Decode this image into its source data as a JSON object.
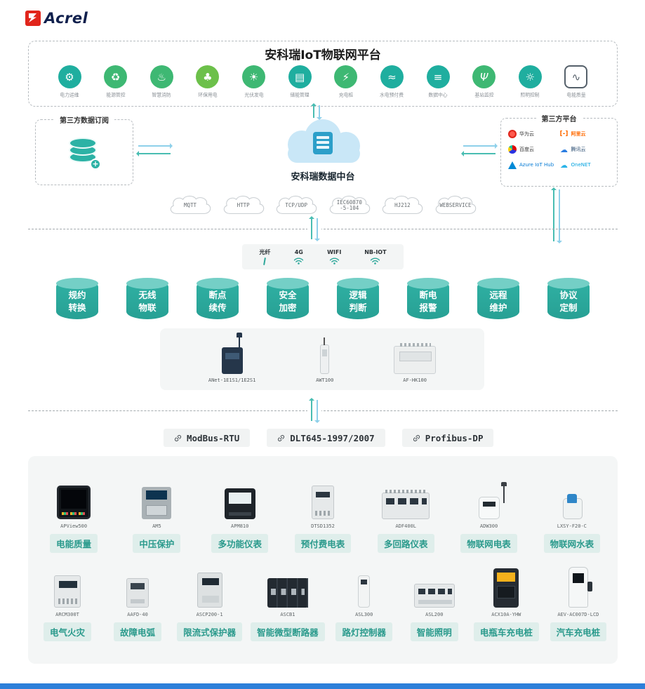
{
  "brand": {
    "name": "Acrel"
  },
  "colors": {
    "accent_teal": "#2fb0a3",
    "accent_green": "#3eb873",
    "light_blue_arrow": "#8ed0ea",
    "teal_arrow": "#49bdb2",
    "pill_bg": "#dfeeeb",
    "pill_text": "#2a9a8c",
    "logo_red": "#e1251b",
    "bottom_bar": "#2d7fd9"
  },
  "platform": {
    "title": "安科瑞IoT物联网平台",
    "apps": [
      {
        "label": "电力运维",
        "icon": "power-ops-icon",
        "glyph": "⚙"
      },
      {
        "label": "能源管控",
        "icon": "energy-control-icon",
        "glyph": "♻"
      },
      {
        "label": "智慧消防",
        "icon": "smart-fire-icon",
        "glyph": "♨"
      },
      {
        "label": "环保用电",
        "icon": "eco-power-icon",
        "glyph": "♣"
      },
      {
        "label": "光伏发电",
        "icon": "pv-power-icon",
        "glyph": "☀"
      },
      {
        "label": "储能管理",
        "icon": "energy-storage-icon",
        "glyph": "▤"
      },
      {
        "label": "充电桩",
        "icon": "ev-charging-icon",
        "glyph": "⚡"
      },
      {
        "label": "水电预付费",
        "icon": "prepaid-utility-icon",
        "glyph": "≈"
      },
      {
        "label": "数据中心",
        "icon": "data-center-icon",
        "glyph": "≡"
      },
      {
        "label": "基站监控",
        "icon": "base-station-icon",
        "glyph": "Ψ"
      },
      {
        "label": "照明控制",
        "icon": "lighting-control-icon",
        "glyph": "☼"
      },
      {
        "label": "电能质量",
        "icon": "power-quality-icon",
        "glyph": "∿"
      }
    ]
  },
  "integration": {
    "left_box_title": "第三方数据订阅",
    "center_title": "安科瑞数据中台",
    "right_box_title": "第三方平台",
    "providers": [
      {
        "name": "华为云",
        "icon": "huawei-cloud-icon"
      },
      {
        "name": "阿里云",
        "icon": "alibaba-cloud-icon",
        "glyph": "[-]"
      },
      {
        "name": "百度云",
        "icon": "baidu-cloud-icon"
      },
      {
        "name": "腾讯云",
        "icon": "tencent-cloud-icon",
        "glyph": "☁"
      },
      {
        "name": "Azure IoT Hub",
        "icon": "azure-iot-hub-icon"
      },
      {
        "name": "OneNET",
        "icon": "onenet-icon",
        "glyph": "☁"
      }
    ],
    "protocol_clouds": [
      "MQTT",
      "HTTP",
      "TCP/UDP",
      "IEC60870\n-5-104",
      "HJ212",
      "WEBSERVICE"
    ]
  },
  "connectivity": [
    {
      "label": "光纤",
      "icon": "fiber-icon"
    },
    {
      "label": "4G",
      "icon": "4g-signal-icon"
    },
    {
      "label": "WIFI",
      "icon": "wifi-icon"
    },
    {
      "label": "NB-IOT",
      "icon": "nb-iot-icon"
    }
  ],
  "features": [
    {
      "label": "规约\n转换"
    },
    {
      "label": "无线\n物联"
    },
    {
      "label": "断点\n续传"
    },
    {
      "label": "安全\n加密"
    },
    {
      "label": "逻辑\n判断"
    },
    {
      "label": "断电\n报警"
    },
    {
      "label": "远程\n维护"
    },
    {
      "label": "协议\n定制"
    }
  ],
  "gateways": [
    {
      "model": "ANet-1E1S1/1E2S1"
    },
    {
      "model": "AWT100"
    },
    {
      "model": "AF-HK100"
    }
  ],
  "field_protocols": [
    {
      "label": "ModBus-RTU"
    },
    {
      "label": "DLT645-1997/2007"
    },
    {
      "label": "Profibus-DP"
    }
  ],
  "devices": {
    "row1": [
      {
        "model": "APView500",
        "category": "电能质量"
      },
      {
        "model": "AM5",
        "category": "中压保护"
      },
      {
        "model": "APM810",
        "category": "多功能仪表"
      },
      {
        "model": "DTSD1352",
        "category": "预付费电表"
      },
      {
        "model": "ADF400L",
        "category": "多回路仪表"
      },
      {
        "model": "ADW300",
        "category": "物联网电表"
      },
      {
        "model": "LXSY-F20-C",
        "category": "物联网水表"
      }
    ],
    "row2": [
      {
        "model": "ARCM300T",
        "category": "电气火灾"
      },
      {
        "model": "AAFD-40",
        "category": "故障电弧"
      },
      {
        "model": "ASCP200-1",
        "category": "限流式保护器"
      },
      {
        "model": "ASCB1",
        "category": "智能微型断路器"
      },
      {
        "model": "ASL300",
        "category": "路灯控制器"
      },
      {
        "model": "ASL200",
        "category": "智能照明"
      },
      {
        "model": "ACX10A-YHW",
        "category": "电瓶车充电桩"
      },
      {
        "model": "AEV-AC007D-LCD",
        "category": "汽车充电桩"
      }
    ]
  }
}
